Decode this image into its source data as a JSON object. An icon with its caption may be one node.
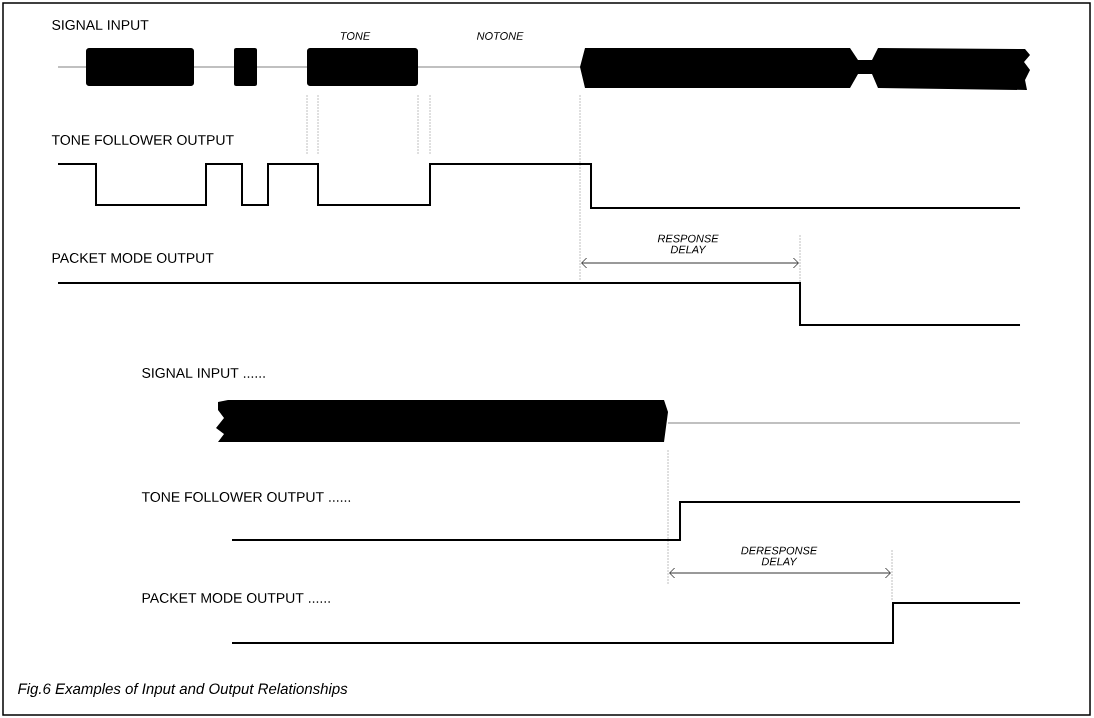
{
  "diagram": {
    "caption": "Fig.6 Examples of Input and Output Relationships",
    "labels": [
      "SIGNAL INPUT",
      "TONE",
      "NOTONE",
      "TONE FOLLOWER OUTPUT",
      "RESPONSE DELAY",
      "PACKET MODE OUTPUT",
      "SIGNAL INPUT ......",
      "TONE FOLLOWER OUTPUT ......",
      "DERESPONSE DELAY",
      "PACKET MODE OUTPUT ......"
    ]
  }
}
